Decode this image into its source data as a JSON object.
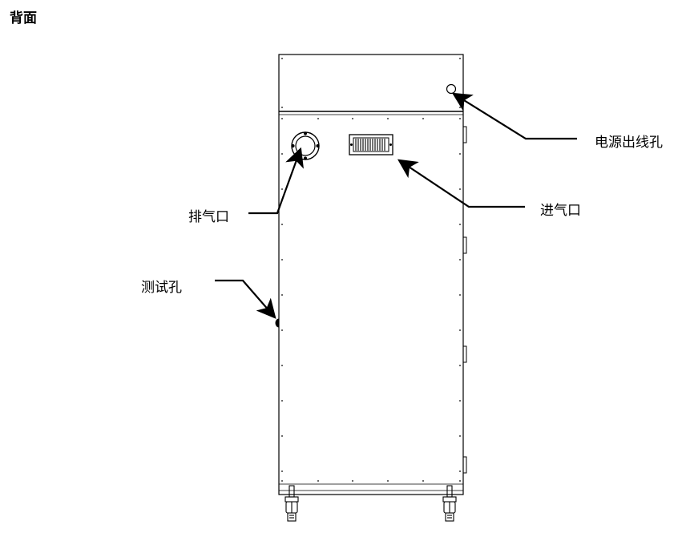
{
  "page": {
    "title": "背面"
  },
  "labels": {
    "power_outlet": "电源出线孔",
    "exhaust": "排气口",
    "intake": "进气口",
    "test_hole": "测试孔"
  }
}
